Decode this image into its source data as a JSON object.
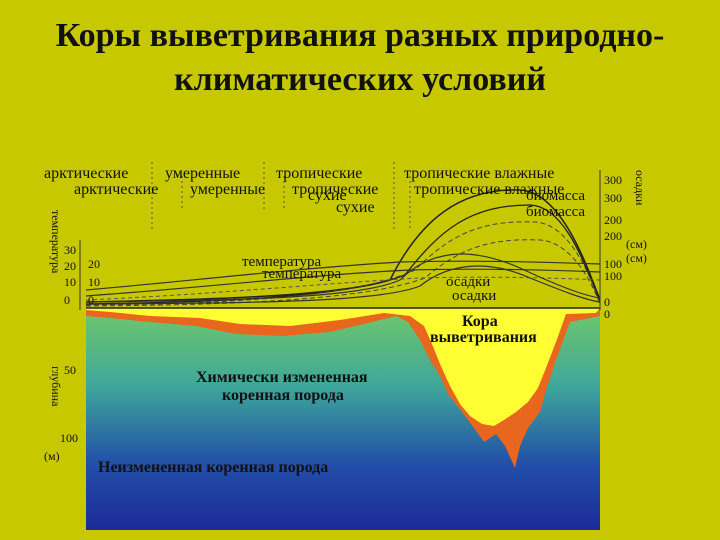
{
  "title": {
    "line1": "Коры выветривания разных природно-",
    "line2": "климатических условий"
  },
  "zones_top": {
    "arctic": "арктические",
    "temperate": "умеренные",
    "tropical": "тропические",
    "tropical_humid": "тропические влажные"
  },
  "zones_second": {
    "arctic": "арктические",
    "temperate": "умеренные",
    "tropical": "тропические",
    "tropical_humid": "тропические влажные"
  },
  "dry": "сухие",
  "curves": {
    "biomass": "биомасса",
    "temperature": "температура",
    "precipitation": "осадки"
  },
  "regions": {
    "crust": "Кора выветривания",
    "crust_line1": "Кора",
    "crust_line2": "выветривания",
    "altered_line1": "Химически измененная",
    "altered_line2": "коренная порода",
    "unaltered": "Неизмененная коренная порода"
  },
  "axes": {
    "temperature_label": "температура",
    "depth_label": "глубина",
    "depth_unit": "(м)",
    "temp_ticks": [
      "30",
      "20",
      "10",
      "0"
    ],
    "temp_ticks_inner": [
      "20",
      "10",
      "0"
    ],
    "depth_ticks": [
      "50",
      "100"
    ],
    "right_ticks_outer": [
      "300",
      "200",
      "100",
      "0"
    ],
    "right_ticks_inner": [
      "300",
      "200",
      "100",
      "0"
    ],
    "right_unit_outer": "(см)",
    "right_unit_inner": "(см)",
    "right_label": "осадки"
  },
  "colors": {
    "background": "#c8c800",
    "crust": "#ffff33",
    "altered_rock": "#e8661e",
    "rock_top": "#6fc86a",
    "rock_bottom": "#1c2a9a"
  }
}
